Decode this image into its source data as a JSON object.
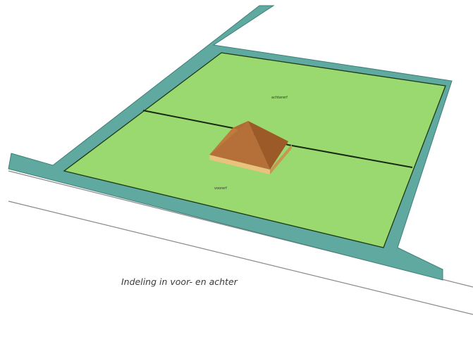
{
  "caption": "Indeling in voor- en achter",
  "labels": {
    "back_yard": "achtererf",
    "front_yard": "voorerf"
  },
  "colors": {
    "path": "#5fa9a1",
    "path_edge": "#3f7f79",
    "lawn": "#9ad870",
    "lawn_edge": "#1e3a14",
    "divider": "#1a2a12",
    "roof_light": "#c07a3c",
    "roof_dark": "#9b5a28",
    "base_light": "#e9c37e",
    "base_dark": "#c7974f",
    "road_line": "#8a8a8a"
  }
}
